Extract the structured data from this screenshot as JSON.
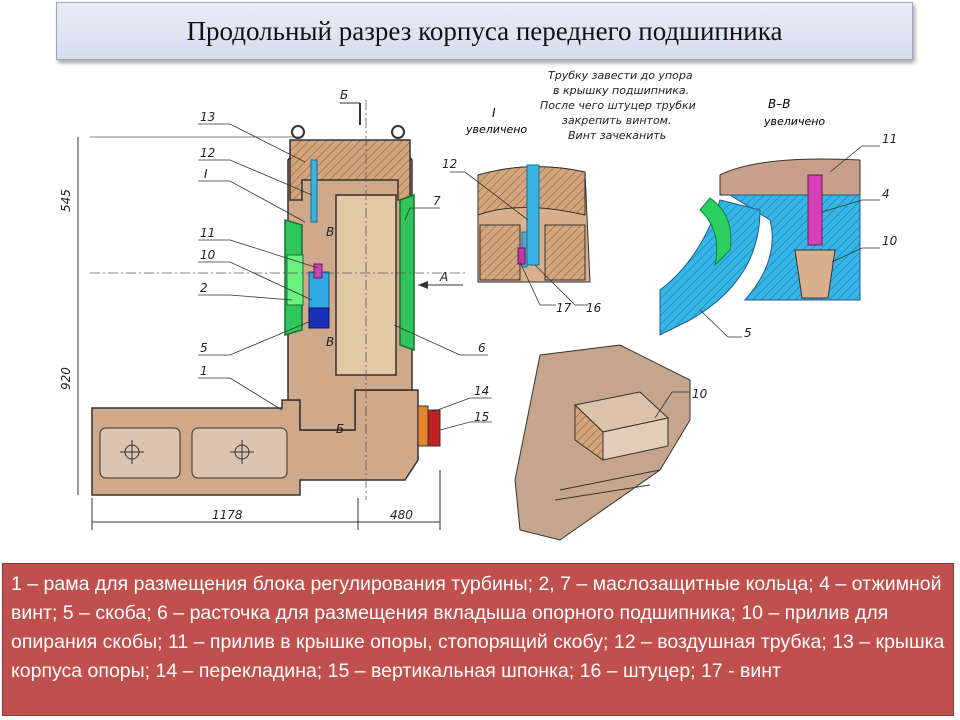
{
  "title": "Продольный разрез корпуса переднего подшипника",
  "note_lines": [
    "Трубку завести до упора",
    "в крышку подшипника.",
    "После чего штуцер трубки",
    "закрепить винтом.",
    "Винт зачеканить"
  ],
  "view_detail": {
    "name": "I",
    "sub": "увеличено"
  },
  "view_section": {
    "name": "В–В",
    "sub": "увеличено"
  },
  "section_b": "Б",
  "section_v": "В",
  "arrow_a": "А",
  "dimensions": {
    "d545": "545",
    "d920": "920",
    "d1178": "1178",
    "d480": "480"
  },
  "labels_main": {
    "l13": "13",
    "l12": "12",
    "lI": "I",
    "l11": "11",
    "l10": "10",
    "l2": "2",
    "l5": "5",
    "l1": "1",
    "l7": "7",
    "l6": "6",
    "l14": "14",
    "l15": "15"
  },
  "labels_detail": {
    "l12": "12",
    "l17": "17",
    "l16": "16"
  },
  "labels_section": {
    "l11": "11",
    "l4": "4",
    "l10": "10",
    "l5": "5"
  },
  "labels_iso": {
    "l10": "10"
  },
  "caption": "1 – рама для размещения блока регулирования турбины; 2, 7 – маслозащитные кольца; 4 – отжимной винт; 5 – скоба; 6 – расточка для размещения вкладыша опорного подшипника; 10 – прилив для опирания скобы; 11 – прилив в крышке опоры, стопорящий скобу; 12 – воздушная трубка; 13 – крышка корпуса опоры; 14 – перекладина; 15 – вертикальная шпонка; 16 – штуцер; 17 - винт"
}
